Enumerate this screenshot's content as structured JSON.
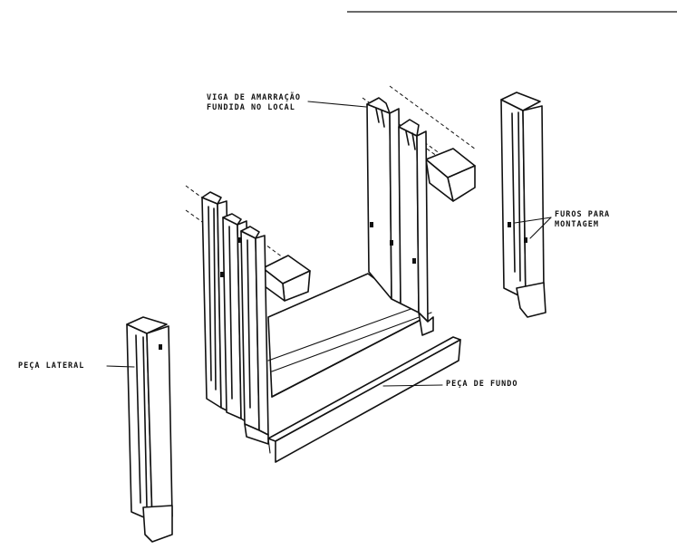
{
  "labels": {
    "tie_beam": "VIGA DE AMARRAÇÃO",
    "tie_beam_line2": "FUNDIDA NO LOCAL",
    "assembly_holes": "FUROS PARA",
    "assembly_holes_line2": "MONTAGEM",
    "side_piece": "PEÇA LATERAL",
    "bottom_piece": "PEÇA DE FUNDO"
  }
}
